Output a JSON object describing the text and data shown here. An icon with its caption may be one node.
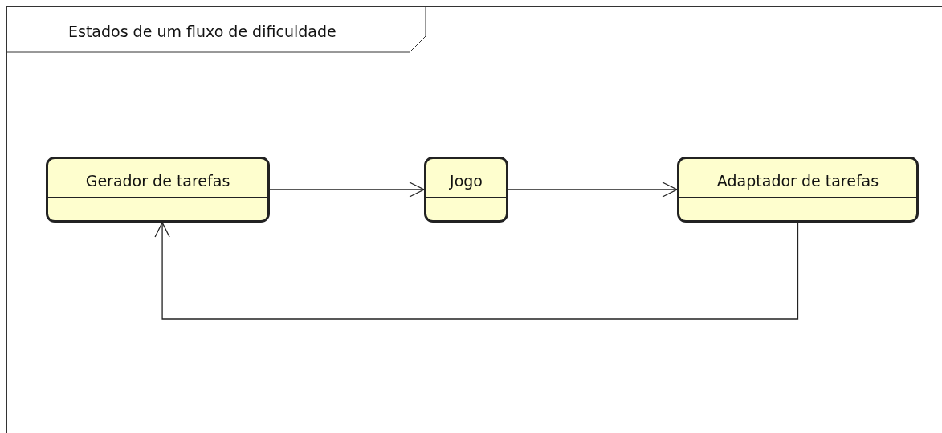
{
  "diagram": {
    "title": "Estados de um fluxo de dificuldade",
    "nodes": [
      {
        "text": [
          "Gerador de tarefas"
        ]
      },
      {
        "text": [
          "Jogo"
        ]
      },
      {
        "text": [
          "Adaptador de tarefas"
        ]
      }
    ],
    "edges": [
      {
        "from": 0,
        "to": 1,
        "arrow": "to"
      },
      {
        "from": 1,
        "to": 2,
        "arrow": "to"
      },
      {
        "from": 2,
        "to": 0,
        "arrow": "to"
      }
    ]
  }
}
